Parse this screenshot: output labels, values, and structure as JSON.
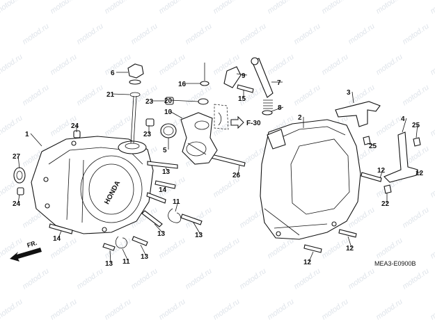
{
  "watermark": "motod.ru",
  "diagram_code": "MEA3-E0900B",
  "front_label": "FR.",
  "ref_label": "F-30",
  "brand_on_cover": "HONDA",
  "callouts": [
    {
      "id": "c6",
      "text": "6"
    },
    {
      "id": "c21",
      "text": "21"
    },
    {
      "id": "c23a",
      "text": "23"
    },
    {
      "id": "c20",
      "text": "20"
    },
    {
      "id": "c10",
      "text": "10"
    },
    {
      "id": "c23b",
      "text": "23"
    },
    {
      "id": "c5",
      "text": "5"
    },
    {
      "id": "c16",
      "text": "16"
    },
    {
      "id": "c9",
      "text": "9"
    },
    {
      "id": "c15",
      "text": "15"
    },
    {
      "id": "c7",
      "text": "7"
    },
    {
      "id": "c8",
      "text": "8"
    },
    {
      "id": "c3",
      "text": "3"
    },
    {
      "id": "c2",
      "text": "2"
    },
    {
      "id": "c1",
      "text": "1"
    },
    {
      "id": "c24a",
      "text": "24"
    },
    {
      "id": "c27",
      "text": "27"
    },
    {
      "id": "c24b",
      "text": "24"
    },
    {
      "id": "c14a",
      "text": "14"
    },
    {
      "id": "c13a",
      "text": "13"
    },
    {
      "id": "c14b",
      "text": "14"
    },
    {
      "id": "c26",
      "text": "26"
    },
    {
      "id": "c11a",
      "text": "11"
    },
    {
      "id": "c13b",
      "text": "13"
    },
    {
      "id": "c13c",
      "text": "13"
    },
    {
      "id": "c13d",
      "text": "13"
    },
    {
      "id": "c11b",
      "text": "11"
    },
    {
      "id": "c13e",
      "text": "13"
    },
    {
      "id": "c25a",
      "text": "25"
    },
    {
      "id": "c4",
      "text": "4"
    },
    {
      "id": "c25b",
      "text": "25"
    },
    {
      "id": "c12a",
      "text": "12"
    },
    {
      "id": "c22",
      "text": "22"
    },
    {
      "id": "c12b",
      "text": "12"
    },
    {
      "id": "c12c",
      "text": "12"
    },
    {
      "id": "c12d",
      "text": "12"
    }
  ]
}
